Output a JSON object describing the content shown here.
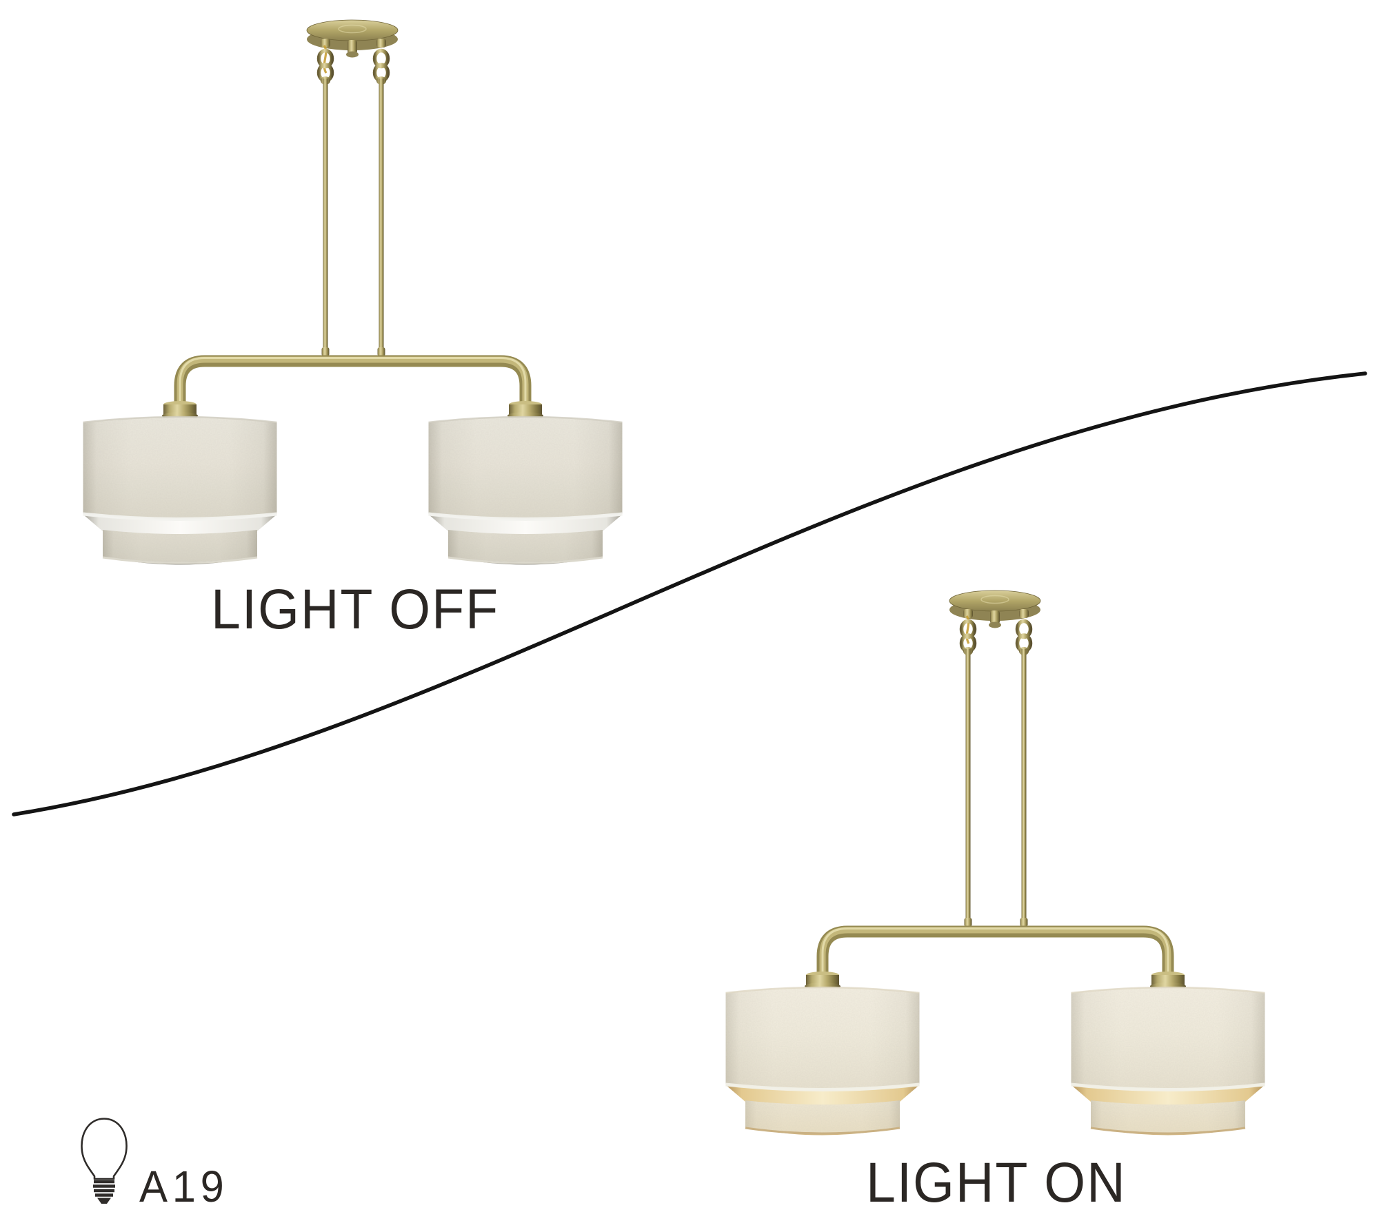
{
  "panels": {
    "top_left": {
      "state_label": "LIGHT OFF"
    },
    "bottom_right": {
      "state_label": "LIGHT ON"
    }
  },
  "footnote": {
    "bulb_label": "A19"
  },
  "icons": {
    "bulb": "a19-bulb-icon"
  },
  "colors": {
    "background": "#ffffff",
    "text": "#2b2724",
    "divider_line": "#141414",
    "brass": "#a89a5f",
    "brass_highlight": "#e0d6a2",
    "brass_shadow": "#5c5230",
    "shade_off": "#e7e3d7",
    "shade_on": "#efe9da",
    "glow_warm": "#e3c98f",
    "shade_bottom_off": "#97948b",
    "shade_bottom_on": "#d2b683",
    "wire_yellow": "#c79f36"
  }
}
